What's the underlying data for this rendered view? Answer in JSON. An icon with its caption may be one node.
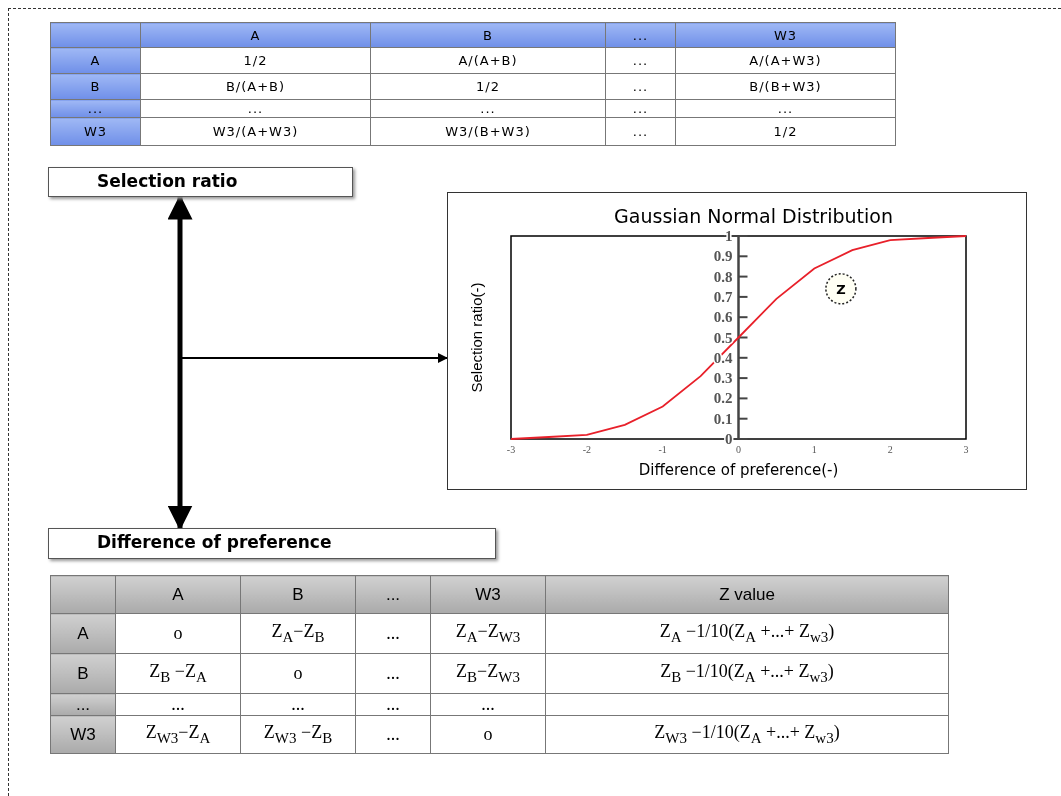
{
  "diagram": {
    "nodes": [
      {
        "text": [
          "Selection ratio"
        ]
      },
      {
        "text": [
          "Difference of preference"
        ]
      },
      {
        "text": [],
        "shape": "box"
      }
    ],
    "edges": [
      {
        "from": 0,
        "to": 1,
        "arrow": "both",
        "style": "thick"
      },
      {
        "from": null,
        "to": 2,
        "arrow": "to"
      }
    ],
    "labels": [
      "A",
      "B",
      "...",
      "W3",
      "A",
      "1/2",
      "A/(A+B)",
      "...",
      "A/(A+W3)",
      "B",
      "B/(A+B)",
      "1/2",
      "...",
      "B/(B+W3)",
      "...",
      "...",
      "...",
      "...",
      "...",
      "W3",
      "W3/(A+W3)",
      "W3/(B+W3)",
      "...",
      "1/2",
      "A",
      "B",
      "...",
      "W3",
      "Z value",
      "A",
      "o",
      "Z$_{A}$−Z$_{B}$",
      "...",
      "Z$_{A}$−Z$_{W3}$",
      "Z$_{A}$ −1/10(Z$_{A}$ +...+ Z$_{w3}$)",
      "B",
      "Z$_{B}$ −Z$_{A}$",
      "o",
      "...",
      "Z$_{B}$−Z$_{W3}$",
      "Z$_{B}$ −1/10(Z$_{A}$ +...+ Z$_{w3}$)",
      "...",
      "...",
      "...",
      "...",
      "...",
      "W3",
      "Z$_{W3}$−Z$_{A}$",
      "Z$_{W3}$ −Z$_{B}$",
      "...",
      "o",
      "Z$_{W3}$ −1/10(Z$_{A}$ +...+ Z$_{w3}$)"
    ],
    "chart_data": {
      "type": "line",
      "title": "Gaussian Normal Distribution",
      "xlabel": "Difference of preference(-)",
      "ylabel": "Selection ratio(-)",
      "x": [
        -3,
        -2.5,
        -2,
        -1.5,
        -1,
        -0.5,
        0,
        0.5,
        1,
        1.5,
        2,
        2.5,
        3
      ],
      "series": [
        {
          "color": "#e8202a",
          "values": [
            0,
            0.01,
            0.02,
            0.07,
            0.16,
            0.31,
            0.5,
            0.69,
            0.84,
            0.93,
            0.98,
            0.99,
            1
          ]
        }
      ],
      "xlim": [
        -3,
        3
      ],
      "ylim": [
        0,
        1
      ],
      "xticks": [
        -3,
        -2,
        -1,
        0,
        1,
        2,
        3
      ],
      "yticks": [
        0,
        0.1,
        0.2,
        0.3,
        0.4,
        0.5,
        0.6,
        0.7,
        0.8,
        0.9,
        1
      ],
      "annotations": [
        "Z"
      ]
    }
  }
}
